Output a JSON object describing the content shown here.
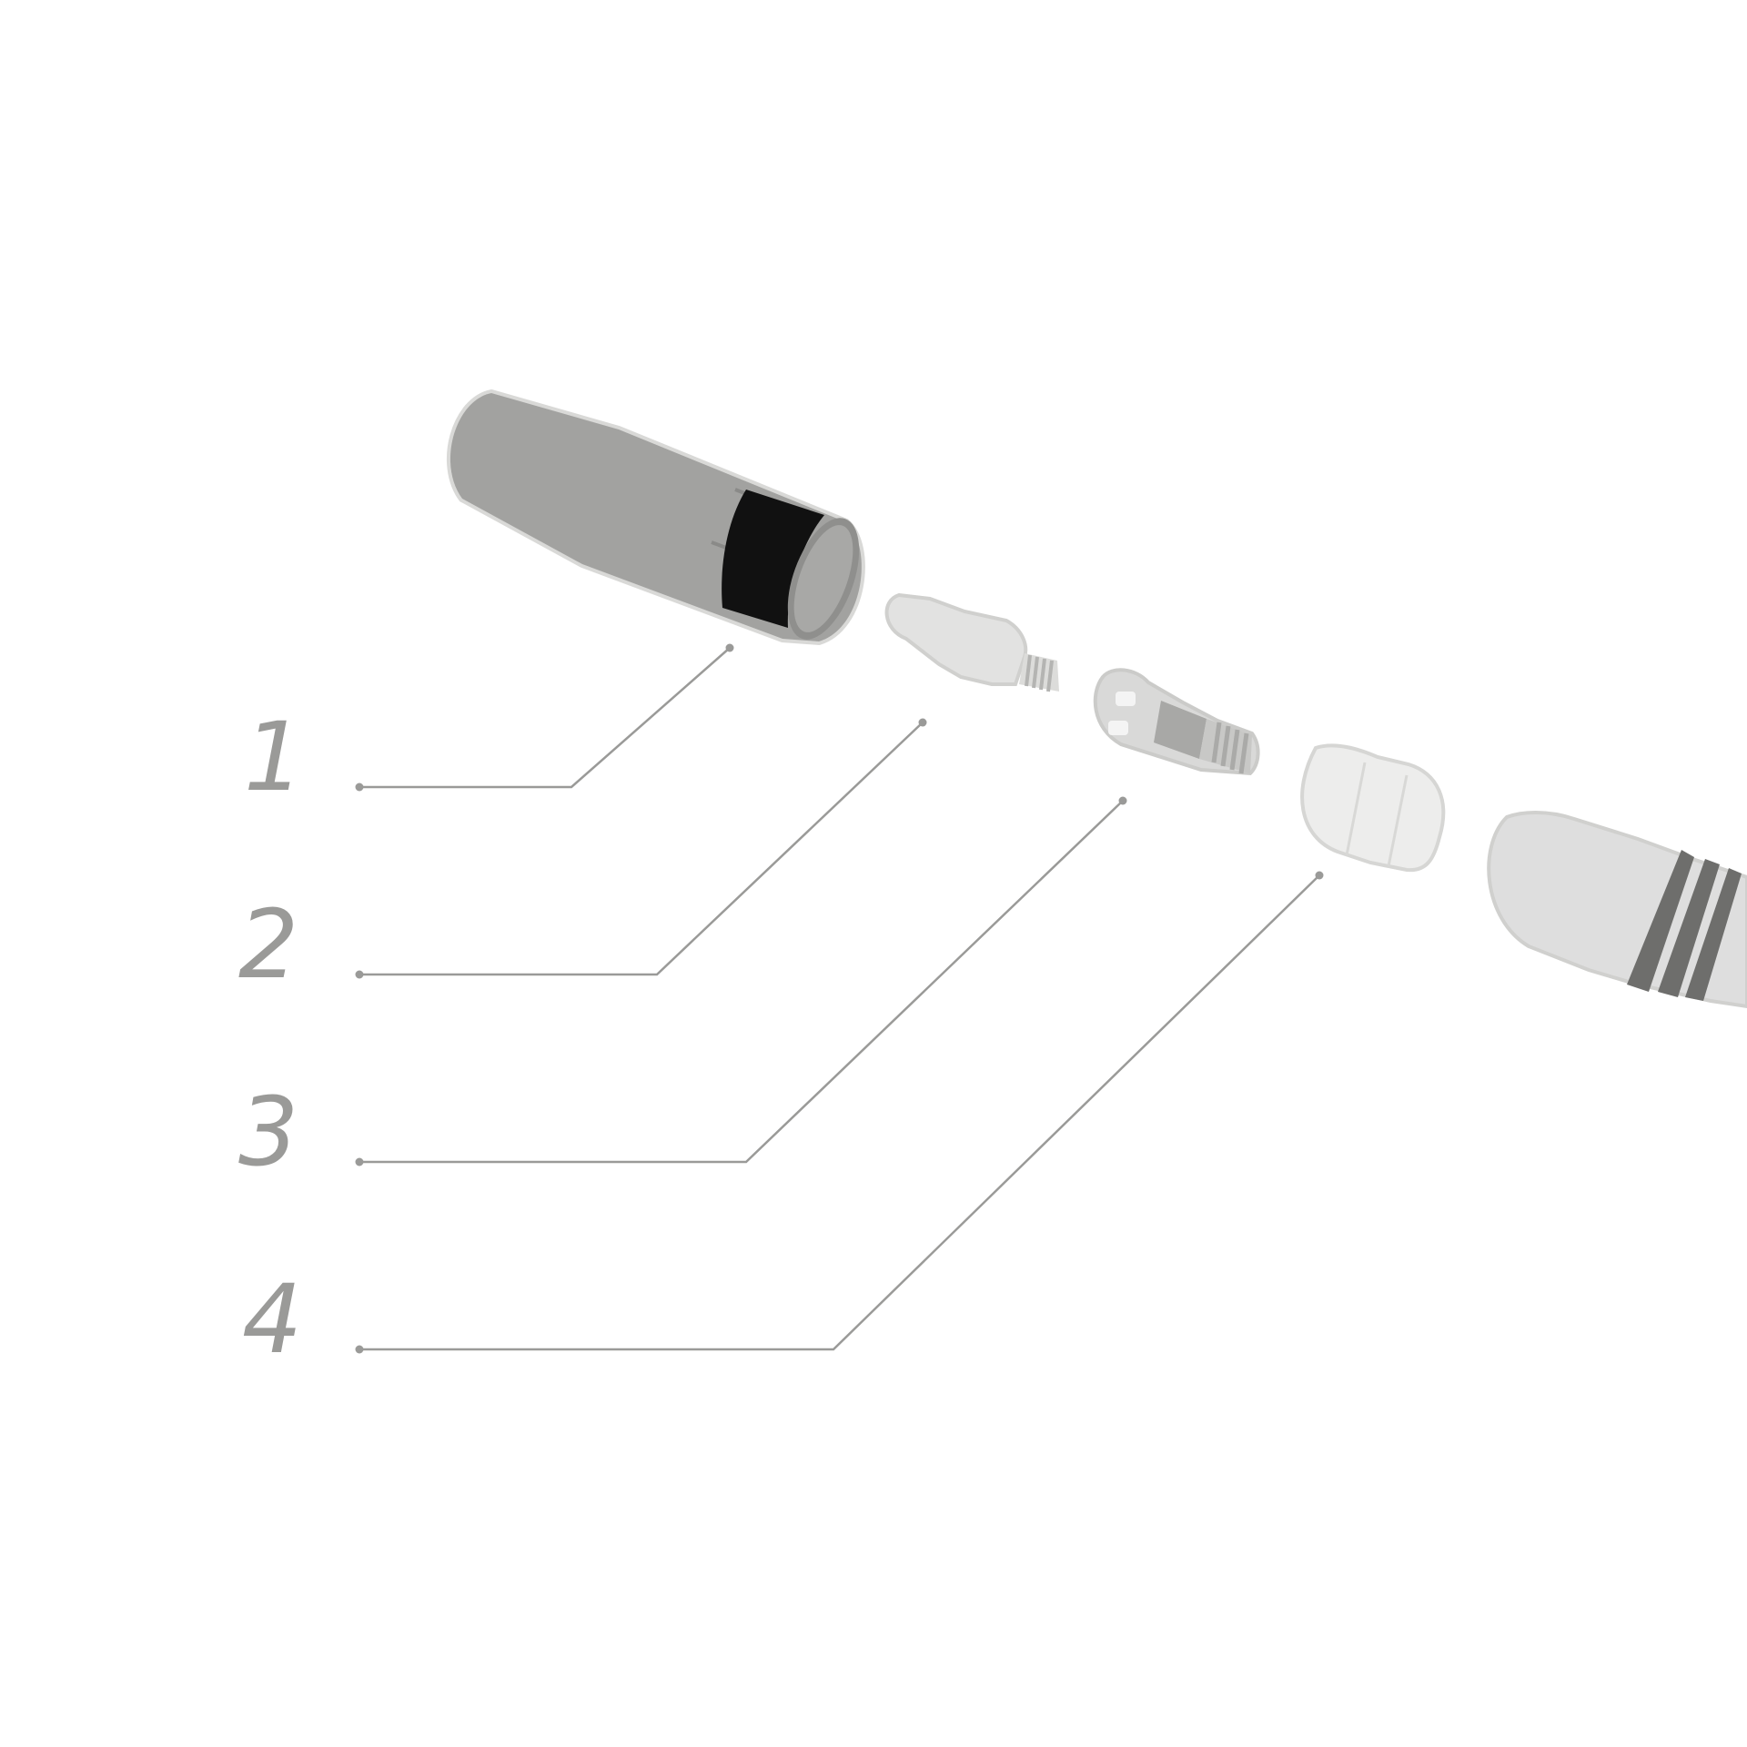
{
  "callouts": [
    {
      "number": "1"
    },
    {
      "number": "2"
    },
    {
      "number": "3"
    },
    {
      "number": "4"
    }
  ],
  "colors": {
    "background": "#ffffff",
    "leader_line": "#9a9a98",
    "label": "#9a9a98",
    "nozzle_body": "#a2a2a0",
    "nozzle_band": "#111111",
    "light_part": "#e0e0df",
    "outline": "#cfcfcd",
    "thread": "#b8b8b6",
    "handle_stripes": "#6e6e6c"
  }
}
